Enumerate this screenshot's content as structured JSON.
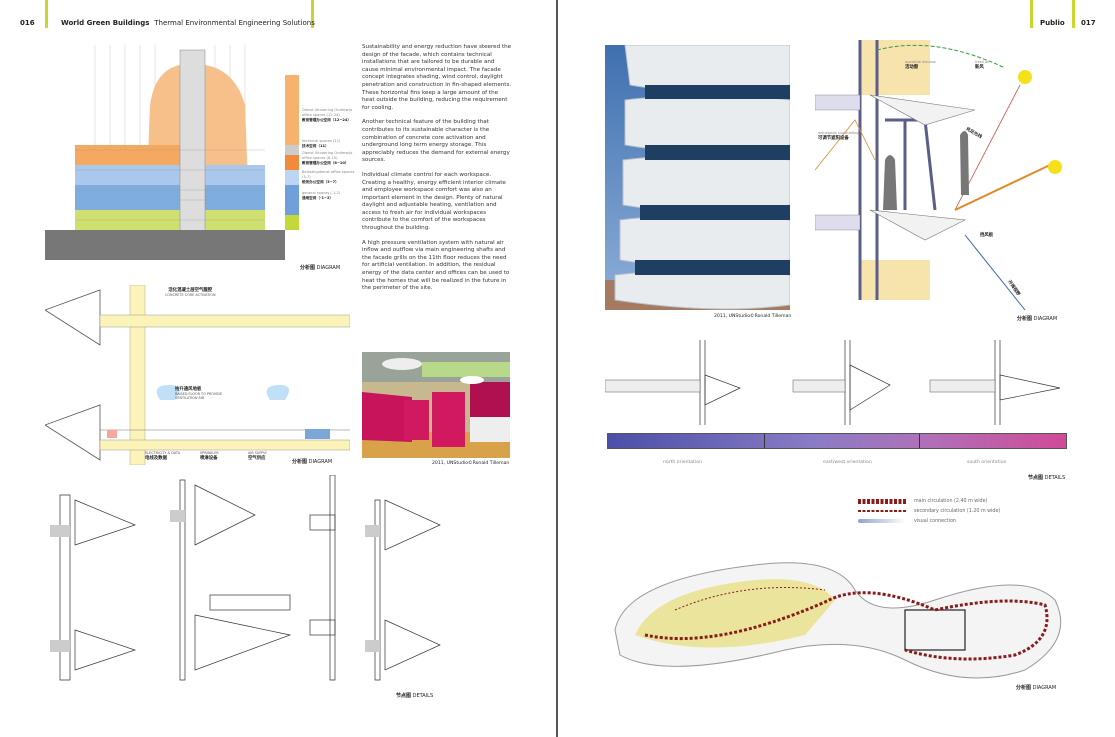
{
  "left_page": {
    "page_number": "016",
    "running_title_bold": "World Green Buildings",
    "running_title": "Thermal Environmental Engineering Solutions",
    "paragraphs": [
      "Sustainability and energy reduction have steered the design of the facade, which contains technical installations that are tailored to be durable and cause minimal environmental impact. The facade concept integrates shading, wind control, daylight penetration and construction in fin-shaped elements. These horizontal fins keep a large amount of the heat outside the building, reducing the requirement for cooling.",
      "Another technical feature of the building that contributes to its sustainable character is the combination of concrete core activation and underground long term energy storage. This appreciably reduces the demand for external energy sources.",
      "Individual climate control for each workspace. Creating a healthy, energy efficient interior climate and employee workspace comfort was also an important element in the design. Plenty of natural daylight and adjustable heating, ventilation and access to fresh air for individual workspaces contribute to the comfort of the workspaces throughout the building.",
      "A high pressure ventilation system with natural air inflow and outflow via main engineering shafts and the facade grills on the 11th floor reduces the need for artificial ventilation. In addition, the residual energy of the data center and offices can be used to heat the homes that will be realized in the future in the perimeter of the site."
    ],
    "section_legend": [
      {
        "en": "Dienst Uitvoering Onderwijs office spaces (12-24)",
        "cn": "教育管理办公空间（12~24）",
        "color": "#f4a860"
      },
      {
        "en": "technical spaces (11)",
        "cn": "技术空间（11）",
        "color": "#f08a3c"
      },
      {
        "en": "Dienst Uitvoering Onderwijs office spaces (8-10)",
        "cn": "教育管理办公空间（8~10）",
        "color": "#a9c8ec"
      },
      {
        "en": "Belastingdienst office spaces (3-7)",
        "cn": "税务办公空间（3~7）",
        "color": "#6fa0da"
      },
      {
        "en": "general spaces (-1-2)",
        "cn": "通用空间（-1~2）",
        "color": "#c4d83a"
      }
    ],
    "section_caption_cn": "分析图",
    "section_caption_en": "DIAGRAM",
    "floor_labels": {
      "concrete_cn": "活化混凝土层空气腹腔",
      "concrete_en": "CONCRETE CORE ACTIVATION",
      "raised_cn": "抬升通风地板",
      "raised_en": "RAISED FLOOR TO PROVIDE VENTILATION AIR",
      "electricity_cn": "电线及数据",
      "electricity_en": "ELECTRICITY & DATA",
      "sprinkler_cn": "喷淋设备",
      "sprinkler_en": "SPRINKLER",
      "air_cn": "空气供应",
      "air_en": "AIR SUPPLY"
    },
    "floor_caption_cn": "分析图",
    "floor_caption_en": "DIAGRAM",
    "details_caption_cn": "节点图",
    "details_caption_en": "DETAILS",
    "photo_caption": "2011, UNStudio©Ronald Tilleman"
  },
  "right_page": {
    "page_number": "017",
    "running_title": "Publio",
    "tower_photo_caption": "2011, UNStudio©Ronald Tilleman",
    "facade_labels": {
      "window_en": "operable window",
      "window_cn": "活动窗",
      "fresh_en": "fresh air",
      "fresh_cn": "新风",
      "shading_en": "adjustable sunshading",
      "shading_cn": "可调节遮阳设备",
      "daylight_cn": "充足光线",
      "wind_cn": "挡风板",
      "view_cn": "开阔视野"
    },
    "facade_caption_cn": "分析图",
    "facade_caption_en": "DIAGRAM",
    "orientations": [
      "north orientation",
      "east/west orientation",
      "south orientation"
    ],
    "details_caption_cn": "节点图",
    "details_caption_en": "DETAILS",
    "plan_legend": [
      "main circulation (2.40 m wide)",
      "secondary circulation (1.20 m wide)",
      "visual connection"
    ],
    "plan_caption_cn": "分析图",
    "plan_caption_en": "DIAGRAM"
  },
  "colors": {
    "accent_bar": "#c8d62e",
    "circulation": "#8b1a1a",
    "pink": "#d0195e"
  }
}
